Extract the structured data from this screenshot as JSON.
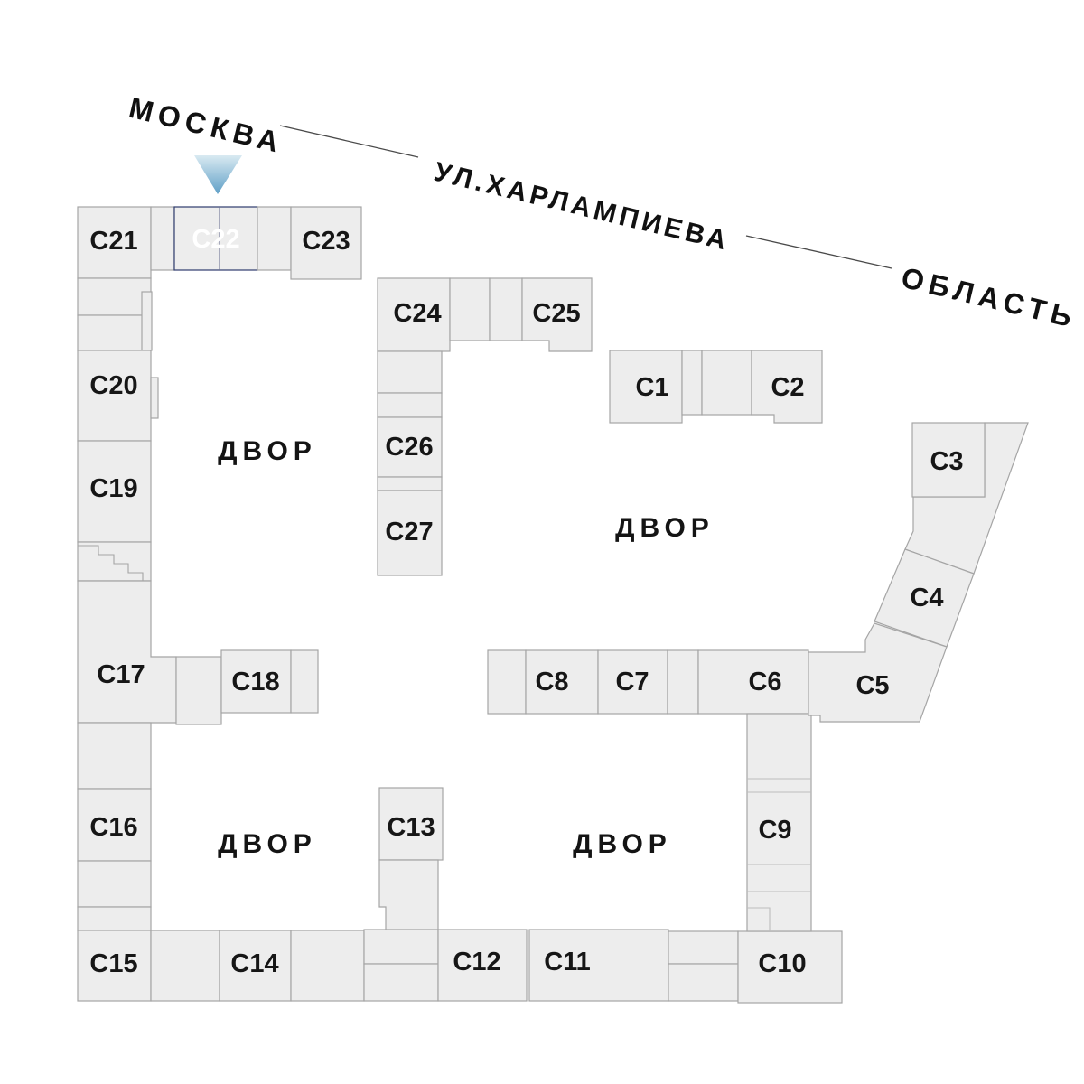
{
  "streets": {
    "moscow": "МОСКВА",
    "kharlampieva": "УЛ.ХАРЛАМПИЕВА",
    "oblast": "ОБЛАСТЬ"
  },
  "courtyard_label": "ДВОР",
  "selected_building": "С22",
  "buildings": {
    "c1": "С1",
    "c2": "С2",
    "c3": "С3",
    "c4": "С4",
    "c5": "С5",
    "c6": "С6",
    "c7": "С7",
    "c8": "С8",
    "c9": "С9",
    "c10": "С10",
    "c11": "С11",
    "c12": "С12",
    "c13": "С13",
    "c14": "С14",
    "c15": "С15",
    "c16": "С16",
    "c17": "С17",
    "c18": "С18",
    "c19": "С19",
    "c20": "С20",
    "c21": "С21",
    "c22": "С22",
    "c23": "С23",
    "c24": "С24",
    "c25": "С25",
    "c26": "С26",
    "c27": "С27"
  },
  "colors": {
    "building_fill": "#ededed",
    "building_stroke": "#a5a5a5",
    "selected_fill": "#2e3b6d",
    "selected_text": "#ffffff",
    "marker_top": "#d9eaf2",
    "marker_bottom": "#5f9fc7"
  }
}
